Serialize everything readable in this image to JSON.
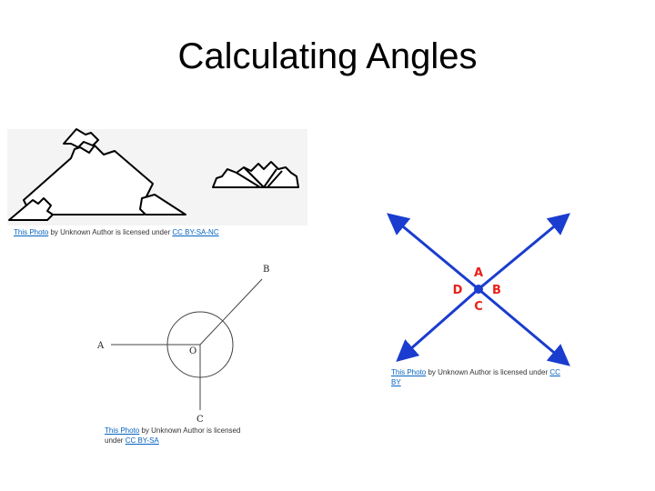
{
  "slide": {
    "title": "Calculating Angles"
  },
  "triangle_figure": {
    "caption": {
      "photo_link": "This Photo",
      "middle_text": " by Unknown Author is licensed under ",
      "license_link": "CC BY-SA-NC"
    }
  },
  "circle_figure": {
    "labels": {
      "a": "A",
      "b": "B",
      "c": "C",
      "o": "O"
    },
    "caption": {
      "photo_link": "This Photo",
      "middle_text": " by Unknown Author is licensed under ",
      "license_link": "CC BY-SA"
    }
  },
  "cross_figure": {
    "labels": {
      "a": "A",
      "b": "B",
      "c": "C",
      "d": "D"
    },
    "line_color": "#1a3ccf",
    "label_color": "#e8201a",
    "caption": {
      "photo_link": "This Photo",
      "middle_text": " by Unknown Author is licensed under ",
      "license_link": "CC BY"
    }
  }
}
